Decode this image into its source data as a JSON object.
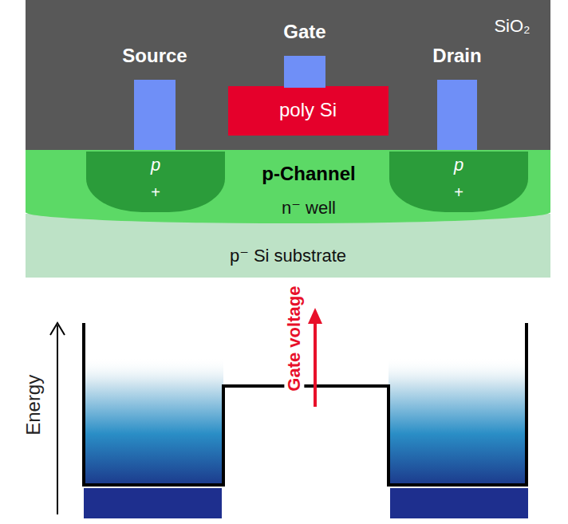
{
  "diagram": {
    "nodes": [
      {
        "text": [
          "SiO₂"
        ]
      },
      {
        "text": [
          "Gate"
        ],
        "in": 0
      },
      {
        "text": [
          "poly Si"
        ],
        "in": 0
      },
      {
        "text": [
          "Source"
        ],
        "in": 0
      },
      {
        "text": [
          "Drain"
        ],
        "in": 0
      },
      {
        "text": [
          "n⁻ well"
        ]
      },
      {
        "text": [
          "p",
          "+"
        ],
        "in": 5
      },
      {
        "text": [
          "p",
          "+"
        ],
        "in": 5
      },
      {
        "text": [
          "p⁻ Si substrate"
        ]
      }
    ],
    "labels": [
      "p-Channel",
      "Gate voltage",
      "Energy"
    ]
  }
}
